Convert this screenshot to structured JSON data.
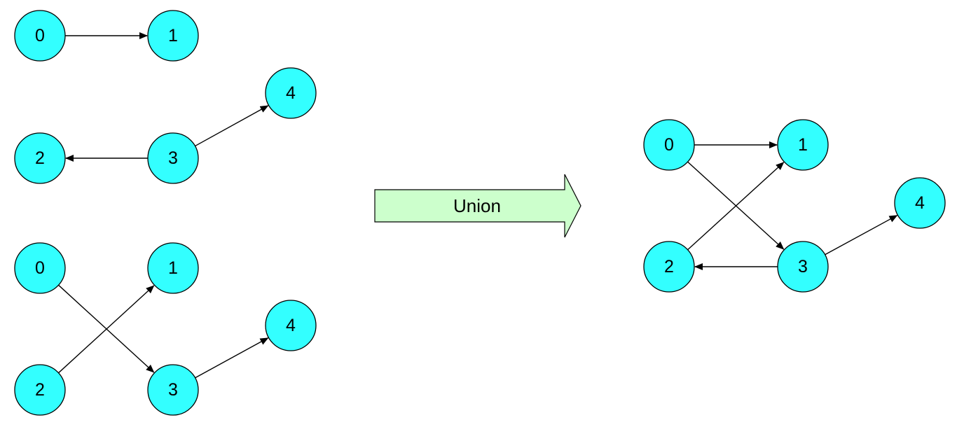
{
  "colors": {
    "node_fill": "#33ffff",
    "node_stroke": "#000000",
    "arrow_fill": "#ccffcc"
  },
  "operation": {
    "label": "Union",
    "icon": "right-arrow"
  },
  "graphs": [
    {
      "id": "input-graph-1",
      "nodes": [
        "0",
        "1"
      ],
      "edges": [
        [
          "0",
          "1"
        ]
      ]
    },
    {
      "id": "input-graph-2",
      "nodes": [
        "2",
        "3",
        "4"
      ],
      "edges": [
        [
          "3",
          "2"
        ],
        [
          "3",
          "4"
        ]
      ]
    },
    {
      "id": "input-graph-3",
      "nodes": [
        "0",
        "1",
        "2",
        "3",
        "4"
      ],
      "edges": [
        [
          "0",
          "3"
        ],
        [
          "2",
          "1"
        ],
        [
          "3",
          "4"
        ]
      ]
    },
    {
      "id": "result-graph",
      "nodes": [
        "0",
        "1",
        "2",
        "3",
        "4"
      ],
      "edges": [
        [
          "0",
          "1"
        ],
        [
          "0",
          "3"
        ],
        [
          "2",
          "1"
        ],
        [
          "3",
          "2"
        ],
        [
          "3",
          "4"
        ]
      ]
    }
  ]
}
